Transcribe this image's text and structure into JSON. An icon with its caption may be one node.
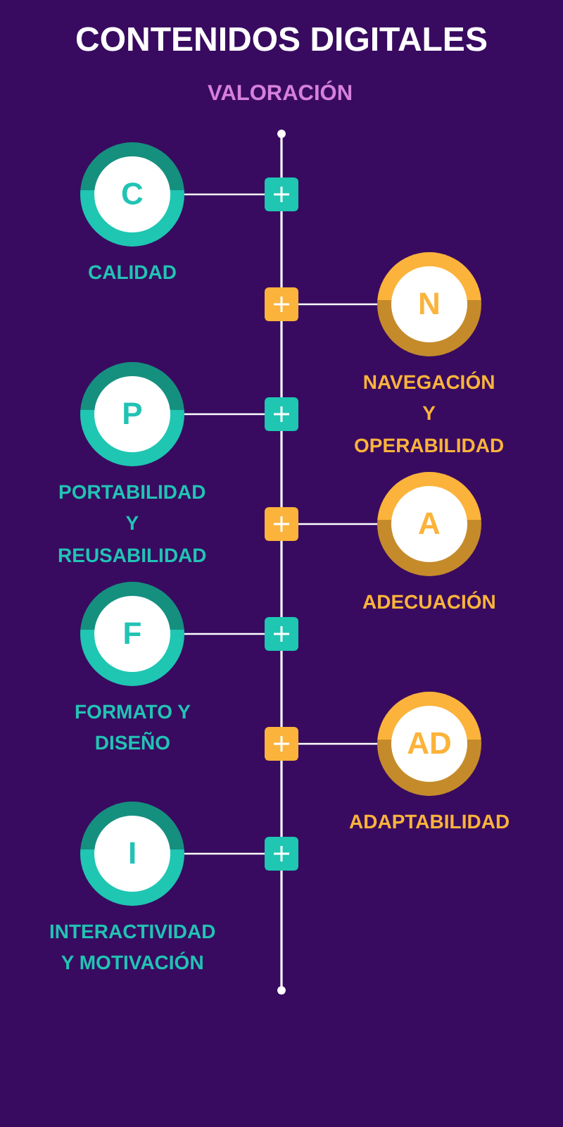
{
  "diagram": {
    "title": "CONTENIDOS DIGITALES",
    "nodes": [
      {
        "text": [
          "C"
        ],
        "beside": [
          "CALIDAD"
        ]
      },
      {
        "text": [
          "N"
        ],
        "beside": [
          "NAVEGACIÓN Y OPERABILIDAD"
        ]
      },
      {
        "text": [
          "P"
        ],
        "beside": [
          "PORTABILIDAD Y REUSABILIDAD"
        ]
      },
      {
        "text": [
          "A"
        ],
        "beside": [
          "ADECUACIÓN"
        ]
      },
      {
        "text": [
          "F"
        ],
        "beside": [
          "FORMATO Y DISEÑO"
        ]
      },
      {
        "text": [
          "AD"
        ],
        "beside": [
          "ADAPTABILIDAD"
        ]
      },
      {
        "text": [
          "I"
        ],
        "beside": [
          "INTERACTIVIDAD Y MOTIVACIÓN"
        ]
      },
      {
        "text": [],
        "shape": "box"
      },
      {
        "text": [],
        "shape": "box"
      },
      {
        "text": [],
        "shape": "box"
      },
      {
        "text": [],
        "shape": "box"
      },
      {
        "text": [],
        "shape": "box"
      },
      {
        "text": [],
        "shape": "box"
      },
      {
        "text": [],
        "shape": "box"
      }
    ],
    "edges": [
      {
        "from": 0,
        "to": 7,
        "arrow": "none"
      },
      {
        "from": 1,
        "to": 8,
        "arrow": "none"
      },
      {
        "from": 2,
        "to": 9,
        "arrow": "none"
      },
      {
        "from": 3,
        "to": 10,
        "arrow": "none"
      },
      {
        "from": 4,
        "to": 11,
        "arrow": "none"
      },
      {
        "from": 5,
        "to": 12,
        "arrow": "none"
      },
      {
        "from": 6,
        "to": 13,
        "arrow": "none"
      }
    ],
    "labels": [
      "VALORACIÓN"
    ]
  }
}
